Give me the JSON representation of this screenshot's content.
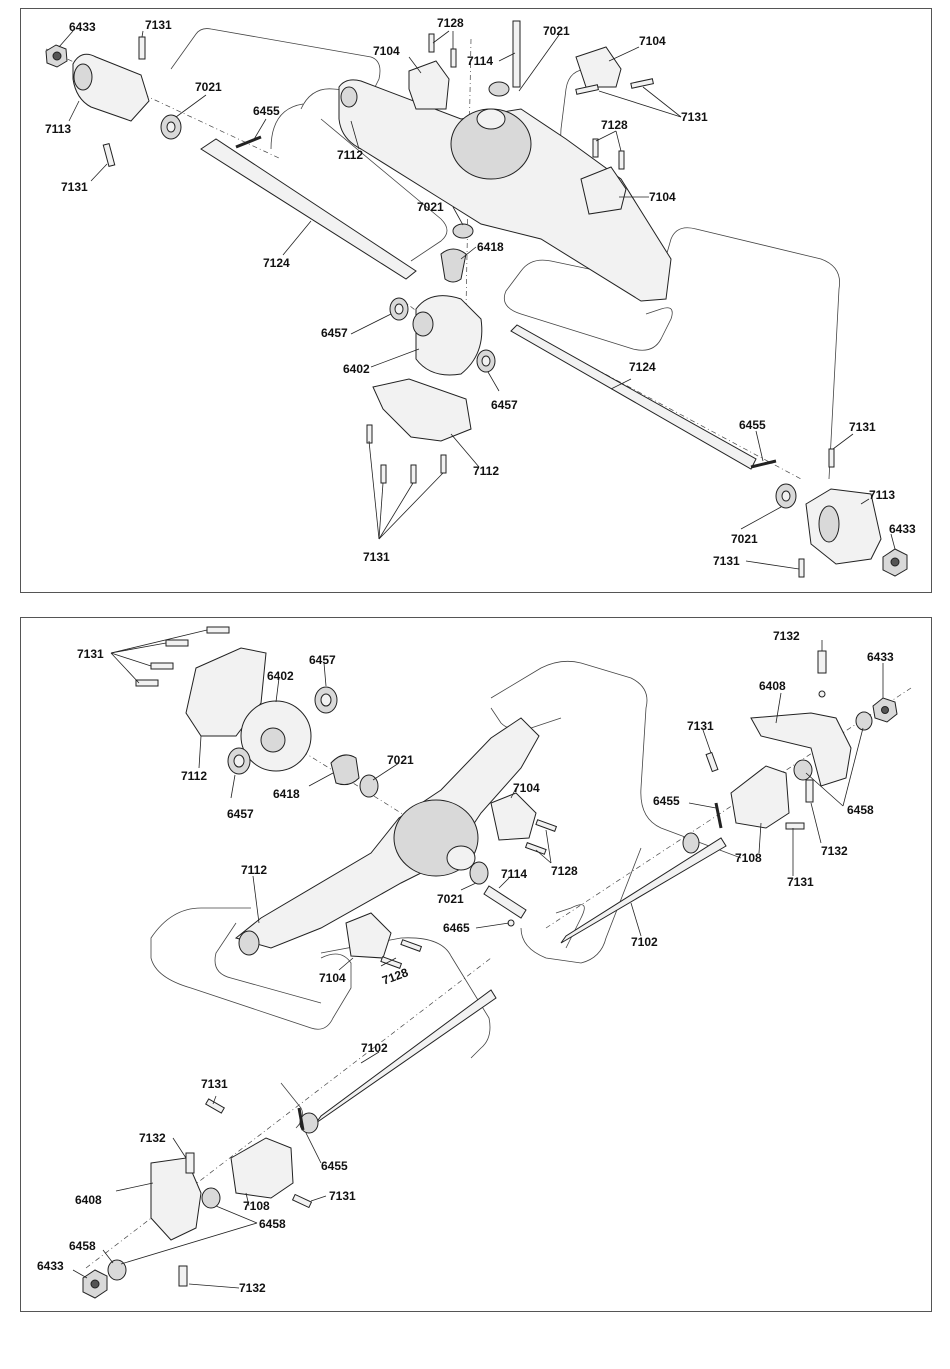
{
  "top_panel": {
    "labels": [
      "6433",
      "7131",
      "7113",
      "7131",
      "7021",
      "6455",
      "7124",
      "7104",
      "7128",
      "7114",
      "7021",
      "7112",
      "7104",
      "7131",
      "7128",
      "7104",
      "7021",
      "6418",
      "6457",
      "6402",
      "6457",
      "7112",
      "7131",
      "7124",
      "6455",
      "7131",
      "7113",
      "6433",
      "7021",
      "7131"
    ]
  },
  "bottom_panel": {
    "labels": [
      "7131",
      "7112",
      "6402",
      "6457",
      "6457",
      "6418",
      "7021",
      "7104",
      "7128",
      "7021",
      "7114",
      "6465",
      "7112",
      "7104",
      "7128",
      "7102",
      "7132",
      "6433",
      "6408",
      "7131",
      "6455",
      "6458",
      "7132",
      "7108",
      "7131",
      "7102",
      "7131",
      "7132",
      "6408",
      "7108",
      "7131",
      "6458",
      "6455",
      "6458",
      "6433",
      "7132"
    ]
  }
}
